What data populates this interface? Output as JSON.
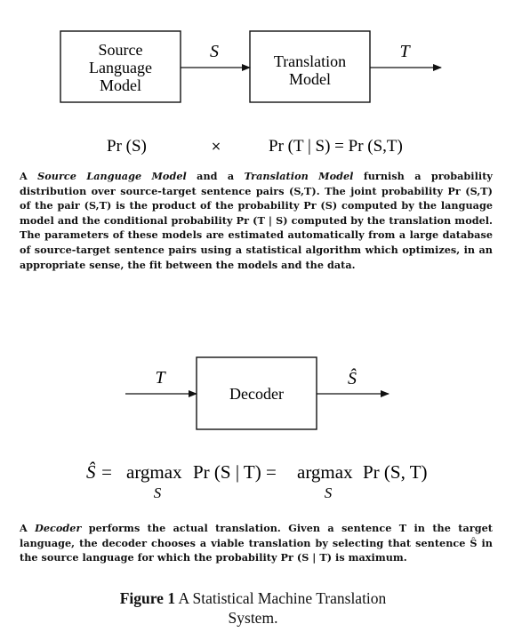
{
  "top_diagram": {
    "source_box": {
      "lines": [
        "Source",
        "Language",
        "Model"
      ]
    },
    "source_arrow_label": "S",
    "translation_box": {
      "lines": [
        "Translation",
        "Model"
      ]
    },
    "translation_arrow_label": "T",
    "formula_left": "Pr (S)",
    "formula_times": "×",
    "formula_right": "Pr (T | S) = Pr (S,T)"
  },
  "caption_top": {
    "p1": "A ",
    "em1": "Source Language Model",
    "p2": " and a ",
    "em2": "Translation Model",
    "p3": " furnish a probability distribution over source-target sentence pairs (S,T). The joint probability Pr (S,T) of the pair (S,T) is the product of the probability Pr (S) computed by the language model and the conditional probability Pr (T | S) computed by the translation model. The parameters of these models are estimated automatically from a large database of source-target sentence pairs using a statistical algorithm which optimizes, in an appropriate sense, the fit between the models and the data."
  },
  "bottom_diagram": {
    "input_label": "T",
    "decoder_label": "Decoder",
    "output_label": "Ŝ",
    "formula": {
      "lhs": "Ŝ =",
      "argmax1": "argmax",
      "sub1": "S",
      "middle": "Pr (S | T) =",
      "argmax2": "argmax",
      "sub2": "S",
      "rhs": "Pr (S, T)"
    }
  },
  "caption_bottom": {
    "p1": "A ",
    "em1": "Decoder",
    "p2": " performs the actual translation. Given a sentence T in the target language, the decoder chooses a viable translation by selecting that sentence Ŝ in the source language for which the probability Pr (S | T) is maximum."
  },
  "figure_title": {
    "label": "Figure 1",
    "text_line1": " A Statistical Machine Translation",
    "text_line2": "System."
  }
}
